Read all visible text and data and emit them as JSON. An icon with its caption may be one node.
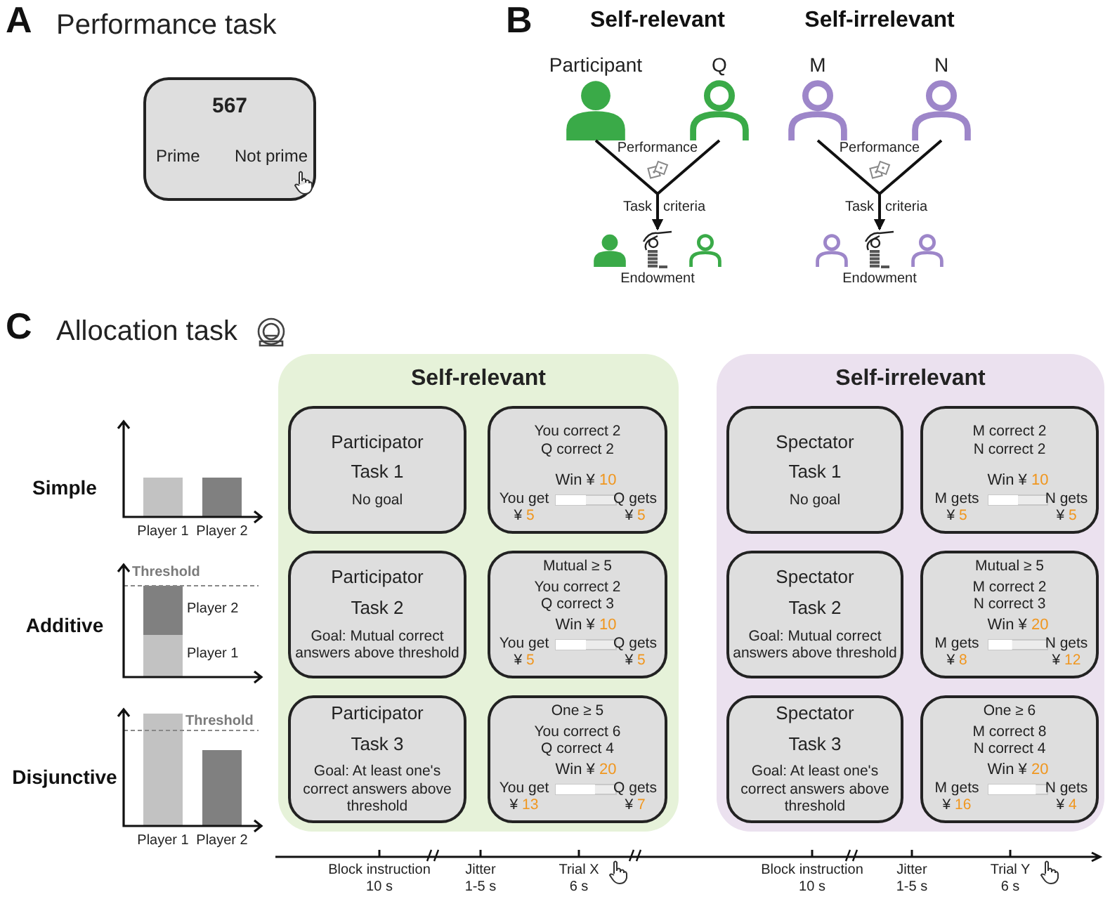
{
  "diagram": {
    "nodes": [
      {
        "text": [
          "567",
          "Prime",
          "Not prime"
        ]
      },
      {
        "text": [
          "Participant"
        ]
      },
      {
        "text": [
          "Q"
        ]
      },
      {
        "text": [],
        "shape": "hand"
      },
      {
        "text": [],
        "shape": "person"
      },
      {
        "text": [],
        "shape": "person"
      },
      {
        "text": [
          "M"
        ]
      },
      {
        "text": [
          "N"
        ]
      },
      {
        "text": [],
        "shape": "hand"
      },
      {
        "text": [],
        "shape": "person"
      },
      {
        "text": [],
        "shape": "person"
      },
      {
        "text": [
          "Self-relevant"
        ]
      },
      {
        "text": [
          "Participator",
          "Task 1",
          "No goal"
        ],
        "in": 11
      },
      {
        "text": [
          "You correct 2",
          "Q correct 2",
          "Win ¥ 10",
          "You get ¥ 5",
          "Q gets ¥ 5"
        ],
        "in": 11
      },
      {
        "text": [
          "Participator",
          "Task 2",
          "Goal: Mutual correct answers above threshold"
        ],
        "in": 11
      },
      {
        "text": [
          "Mutual ≥ 5",
          "You correct 2",
          "Q correct 3",
          "Win ¥ 10",
          "You get ¥ 5",
          "Q gets ¥ 5"
        ],
        "in": 11
      },
      {
        "text": [
          "Participator",
          "Task 3",
          "Goal: At least one's correct answers above threshold"
        ],
        "in": 11
      },
      {
        "text": [
          "One ≥ 5",
          "You correct 6",
          "Q correct 4",
          "Win ¥ 20",
          "You get ¥ 13",
          "Q gets ¥ 7"
        ],
        "in": 11
      },
      {
        "text": [
          "Self-irrelevant"
        ]
      },
      {
        "text": [
          "Spectator",
          "Task 1",
          "No goal"
        ],
        "in": 18
      },
      {
        "text": [
          "M correct 2",
          "N correct 2",
          "Win ¥ 10",
          "M gets ¥ 5",
          "N gets ¥ 5"
        ],
        "in": 18
      },
      {
        "text": [
          "Spectator",
          "Task 2",
          "Goal: Mutual correct answers above threshold"
        ],
        "in": 18
      },
      {
        "text": [
          "Mutual ≥ 5",
          "M correct 2",
          "N correct 3",
          "Win ¥ 20",
          "M gets ¥ 8",
          "N gets ¥ 12"
        ],
        "in": 18
      },
      {
        "text": [
          "Spectator",
          "Task 3",
          "Goal: At least one's correct answers above threshold"
        ],
        "in": 18
      },
      {
        "text": [
          "One ≥ 6",
          "M correct 8",
          "N correct 4",
          "Win ¥ 20",
          "M gets ¥ 16",
          "N gets ¥ 4"
        ],
        "in": 18
      }
    ],
    "edges": [
      {
        "from": 1,
        "to": 3,
        "arrow": "to"
      },
      {
        "from": 2,
        "to": 3,
        "arrow": "to"
      },
      {
        "from": 6,
        "to": 8,
        "arrow": "to"
      },
      {
        "from": 7,
        "to": 8,
        "arrow": "to"
      }
    ],
    "labels": [
      "A",
      "Performance task",
      "B",
      "Self-relevant",
      "Self-irrelevant",
      "Performance",
      "Task",
      "criteria",
      "Endowment",
      "Performance",
      "Task",
      "criteria",
      "Endowment",
      "C",
      "Allocation task",
      "Simple",
      "Player 1",
      "Player 2",
      "Additive",
      "Threshold",
      "Player 2",
      "Player 1",
      "Disjunctive",
      "Threshold",
      "Player 1",
      "Player 2",
      "Block instruction 10 s",
      "Jitter 1-5 s",
      "Trial X 6 s",
      "Block instruction 10 s",
      "Jitter 1-5 s",
      "Trial Y 6 s"
    ]
  }
}
